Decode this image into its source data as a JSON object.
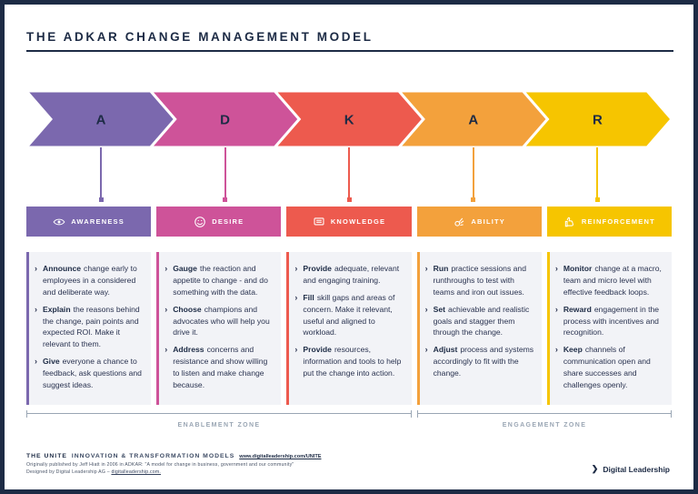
{
  "page": {
    "title": "THE ADKAR CHANGE MANAGEMENT MODEL"
  },
  "ui": {
    "bullet": "›",
    "brand_mark": "❯"
  },
  "colors": {
    "navy": "#1d2b45",
    "column_background": "#f2f3f7",
    "zone_gray": "#9aa6b4"
  },
  "stages": [
    {
      "letter": "A",
      "label": "AWARENESS",
      "icon": "eye-icon",
      "color": "#7b68ae",
      "items": [
        {
          "lead": "Announce",
          "text": "change early to employees in a considered and deliberate way."
        },
        {
          "lead": "Explain",
          "text": "the reasons behind the change, pain points and expected ROI. Make it relevant to them."
        },
        {
          "lead": "Give",
          "text": "everyone a chance to feedback, ask questions and suggest ideas."
        }
      ]
    },
    {
      "letter": "D",
      "label": "DESIRE",
      "icon": "smiley-icon",
      "color": "#ce5399",
      "items": [
        {
          "lead": "Gauge",
          "text": "the reaction and appetite to change - and do something with the data."
        },
        {
          "lead": "Choose",
          "text": "champions and advocates who will help you drive it."
        },
        {
          "lead": "Address",
          "text": "concerns and resistance and show willing to listen and make change because."
        }
      ]
    },
    {
      "letter": "K",
      "label": "KNOWLEDGE",
      "icon": "book-icon",
      "color": "#ed5a4e",
      "items": [
        {
          "lead": "Provide",
          "text": "adequate, relevant and engaging training."
        },
        {
          "lead": "Fill",
          "text": "skill gaps and areas of concern. Make it relevant, useful and aligned to workload."
        },
        {
          "lead": "Provide",
          "text": "resources, information and tools to help put the change into action."
        }
      ]
    },
    {
      "letter": "A",
      "label": "ABILITY",
      "icon": "ok-hand-icon",
      "color": "#f3a13c",
      "items": [
        {
          "lead": "Run",
          "text": "practice sessions and runthroughs to test with teams and iron out issues."
        },
        {
          "lead": "Set",
          "text": "achievable and realistic goals and stagger them through the change."
        },
        {
          "lead": "Adjust",
          "text": "process and systems accordingly to fit with the change."
        }
      ]
    },
    {
      "letter": "R",
      "label": "REINFORCEMENT",
      "icon": "thumbs-up-icon",
      "color": "#f6c500",
      "items": [
        {
          "lead": "Monitor",
          "text": "change at a macro, team and micro level with effective feedback loops."
        },
        {
          "lead": "Reward",
          "text": "engagement in the process with incentives and recognition."
        },
        {
          "lead": "Keep",
          "text": "channels of communication open and share successes and challenges openly."
        }
      ]
    }
  ],
  "zones": {
    "enablement": "ENABLEMENT ZONE",
    "engagement": "ENGAGEMENT ZONE"
  },
  "footer": {
    "series_bold": "THE UNITE",
    "series_rest": "INNOVATION & TRANSFORMATION MODELS",
    "link": "www.digitalleadership.com/UNITE",
    "credit1": "Originally published by Jeff Hiatt in 2006 in ADKAR: \"A model for change in business, government and our community\"",
    "credit2_prefix": "Designed by Digital Leadership AG –",
    "credit2_link": "digitalleadership.com.",
    "brand": "Digital Leadership"
  }
}
